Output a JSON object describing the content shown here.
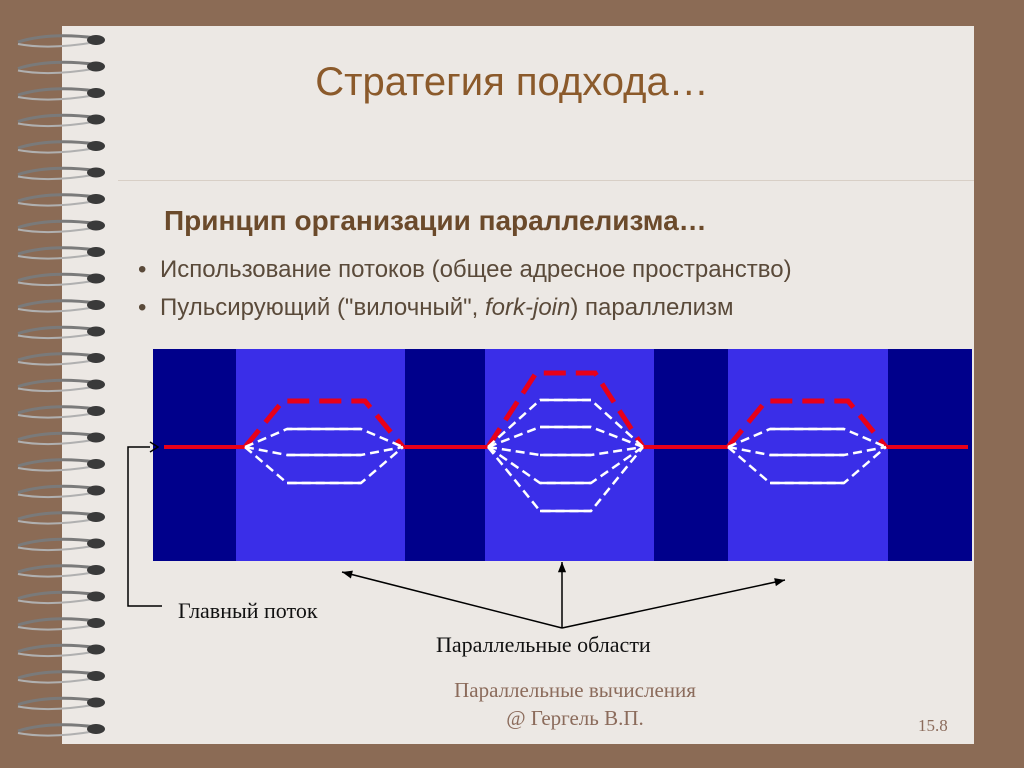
{
  "slide": {
    "title": "Стратегия подхода…",
    "subtitle": "Принцип организации параллелизма…",
    "bullets": [
      {
        "text": "Использование потоков (общее адресное пространство)"
      },
      {
        "prefix": "Пульсирующий (\"вилочный\", ",
        "italic": "fork-join",
        "suffix": ") параллелизм"
      }
    ],
    "bullet_symbol": "•"
  },
  "diagram": {
    "main_thread_label": "Главный поток",
    "parallel_regions_label": "Параллельные области",
    "colors": {
      "background": "#00008b",
      "region": "#3a2ee8",
      "main_thread": "#e8001a",
      "worker_thread": "#ffffff"
    },
    "regions": [
      {
        "threads": 4
      },
      {
        "threads": 6
      },
      {
        "threads": 4
      }
    ]
  },
  "footer": {
    "line1": "Параллельные вычисления",
    "line2": "@ Гергель В.П.",
    "page_number": "15.8"
  },
  "theme": {
    "page_background": "#ece8e4",
    "frame": "#8b6b55",
    "title_color": "#8b5a2b"
  }
}
